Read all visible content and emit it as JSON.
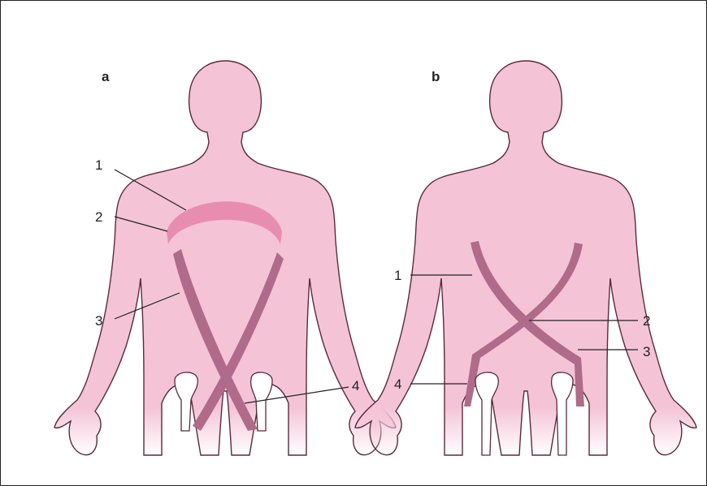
{
  "figure": {
    "panels": [
      {
        "letter": "a",
        "labels": [
          "1",
          "2",
          "3",
          "4"
        ]
      },
      {
        "letter": "b",
        "labels": [
          "1",
          "2",
          "3",
          "4"
        ]
      }
    ]
  },
  "colors": {
    "body_fill": "#f4c4d6",
    "body_outline": "#5a2a3a",
    "band_dark": "#b06a8a",
    "band_light": "#e88aae",
    "bone_fill": "#ffffff",
    "text": "#222222"
  }
}
